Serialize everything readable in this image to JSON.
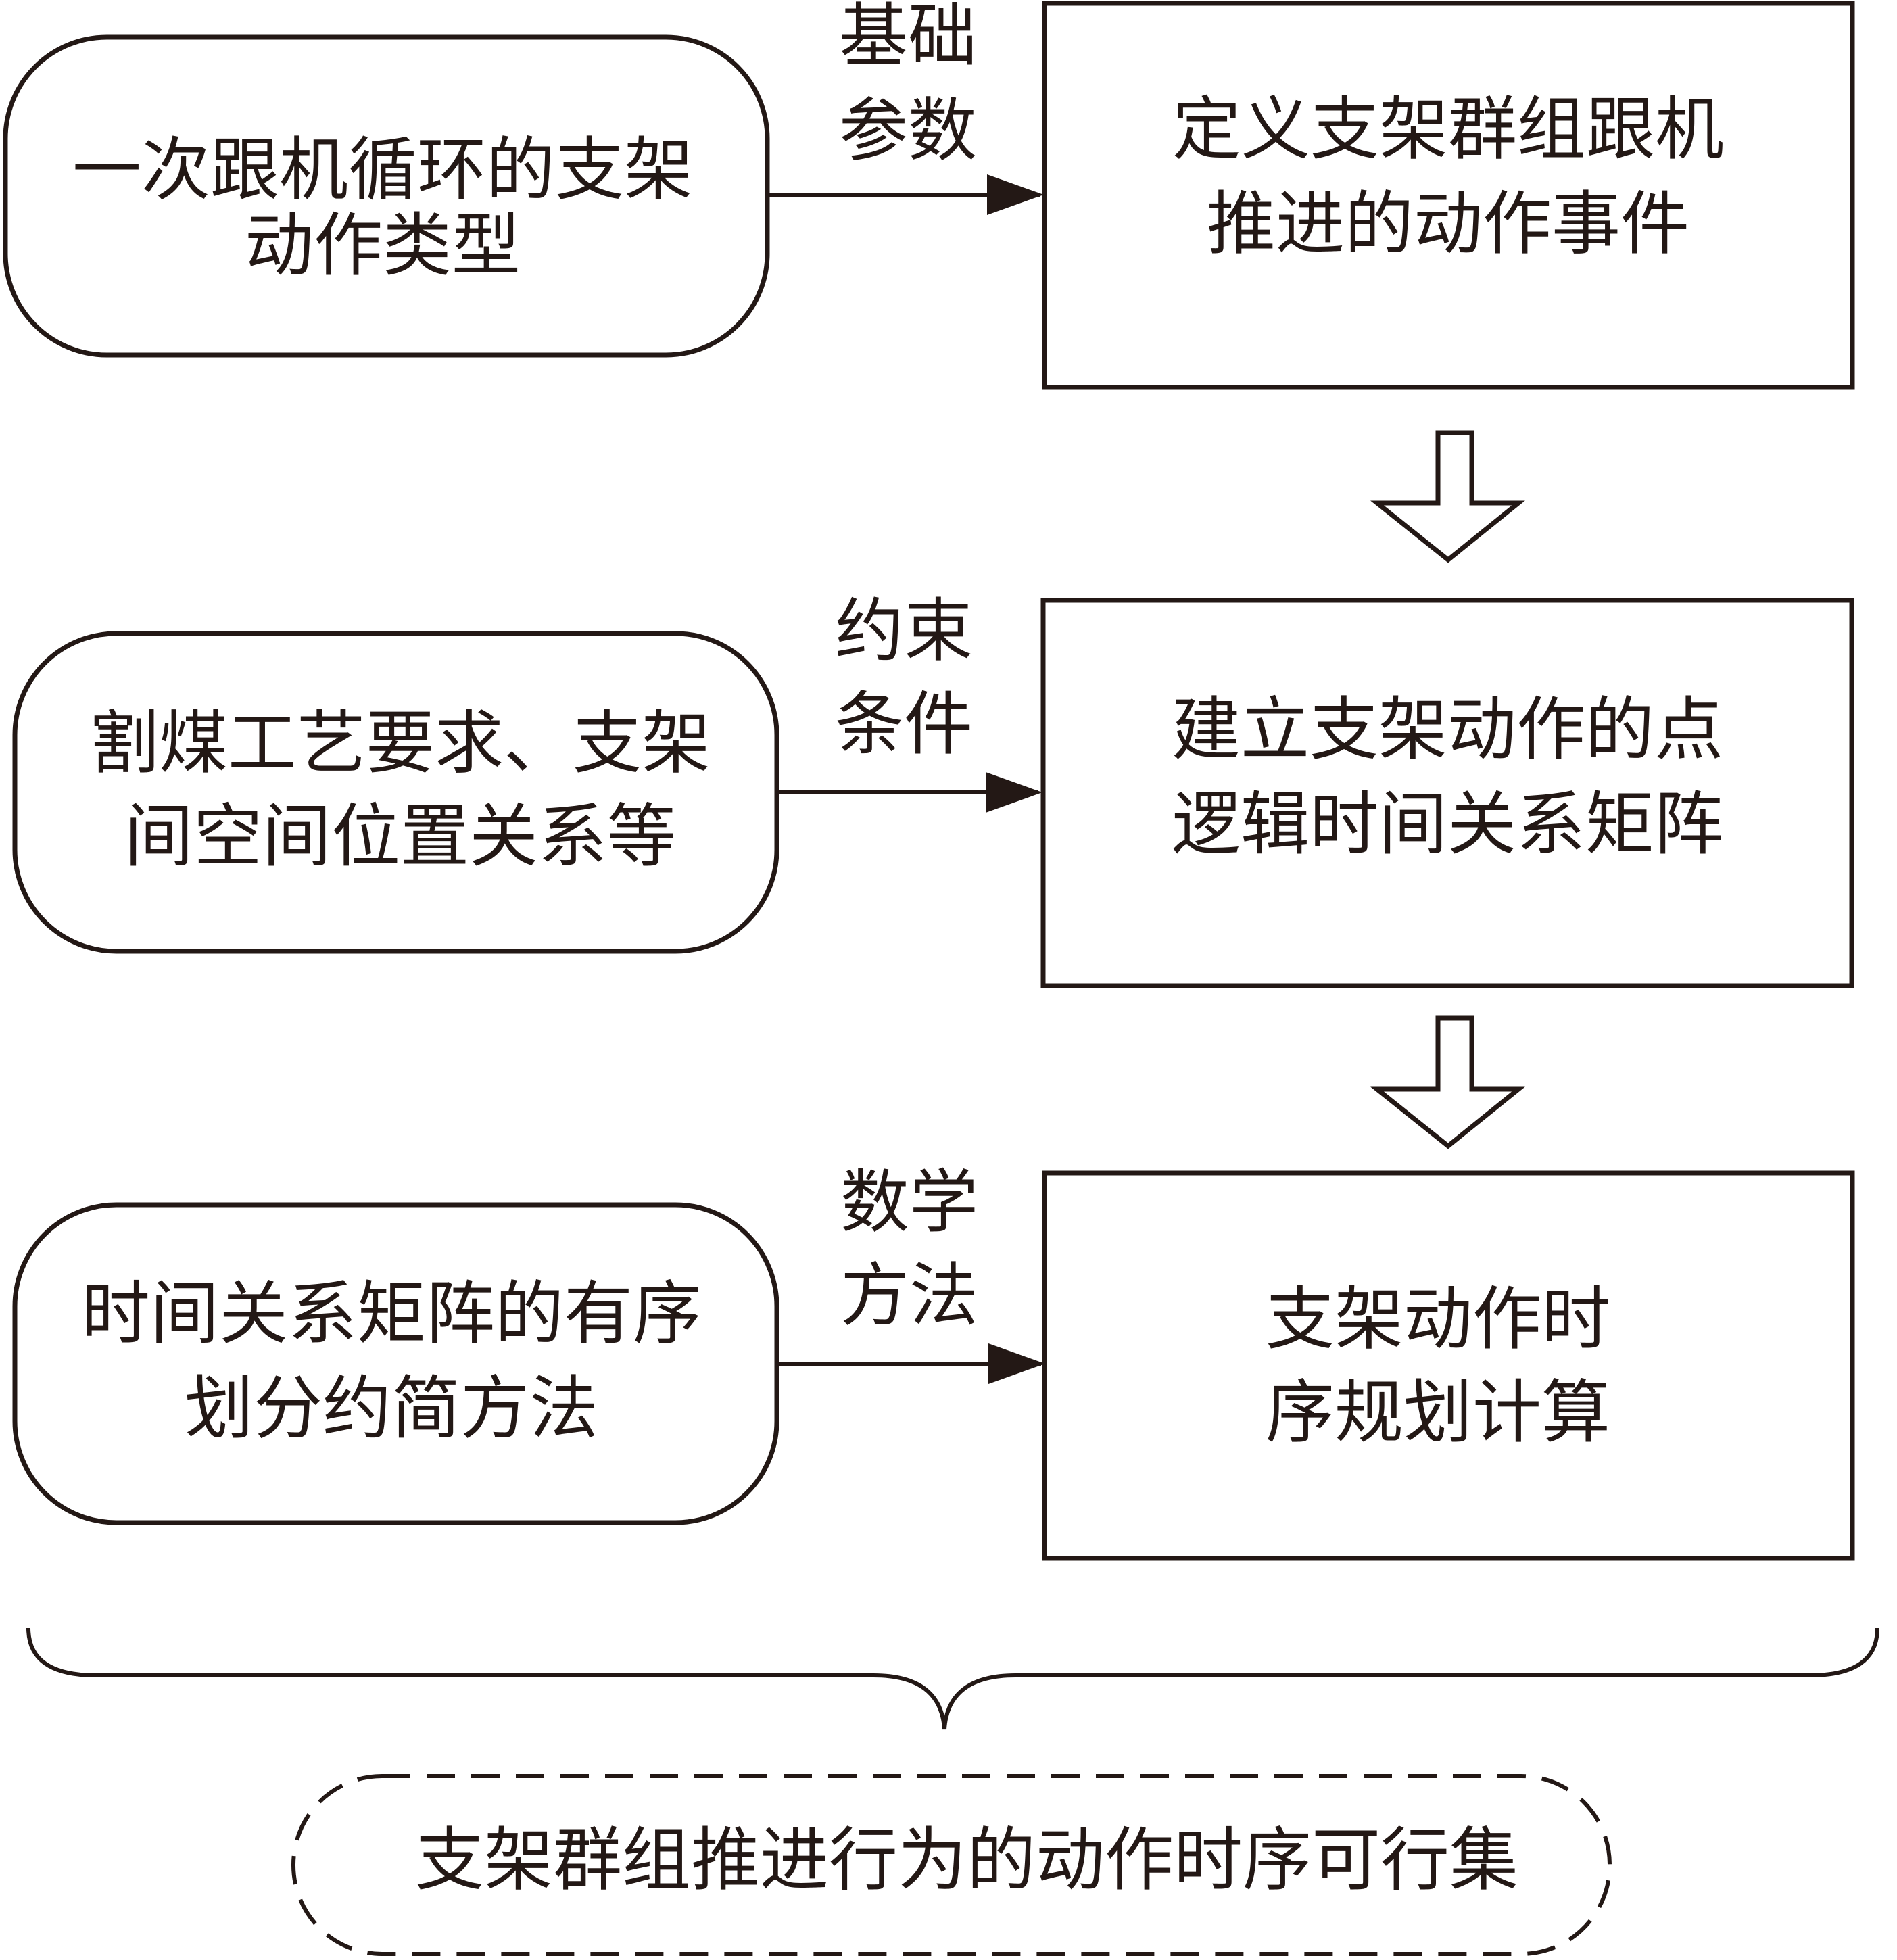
{
  "inputs": [
    {
      "id": "input-1",
      "lines": [
        "一次跟机循环的支架",
        "动作类型"
      ]
    },
    {
      "id": "input-2",
      "lines": [
        "割煤工艺要求、支架",
        "间空间位置关系等"
      ]
    },
    {
      "id": "input-3",
      "lines": [
        "时间关系矩阵的有序",
        "划分约简方法"
      ]
    }
  ],
  "edge_labels": [
    {
      "id": "label-1",
      "lines": [
        "基础",
        "参数"
      ]
    },
    {
      "id": "label-2",
      "lines": [
        "约束",
        "条件"
      ]
    },
    {
      "id": "label-3",
      "lines": [
        "数学",
        "方法"
      ]
    }
  ],
  "steps": [
    {
      "id": "step-1",
      "lines": [
        "定义支架群组跟机",
        "推进的动作事件"
      ]
    },
    {
      "id": "step-2",
      "lines": [
        "建立支架动作的点",
        "逻辑时间关系矩阵"
      ]
    },
    {
      "id": "step-3",
      "lines": [
        "支架动作时",
        "序规划计算"
      ]
    }
  ],
  "result": {
    "lines": [
      "支架群组推进行为的动作时序可行集"
    ]
  },
  "colors": {
    "stroke": "#231815",
    "background": "#ffffff"
  }
}
